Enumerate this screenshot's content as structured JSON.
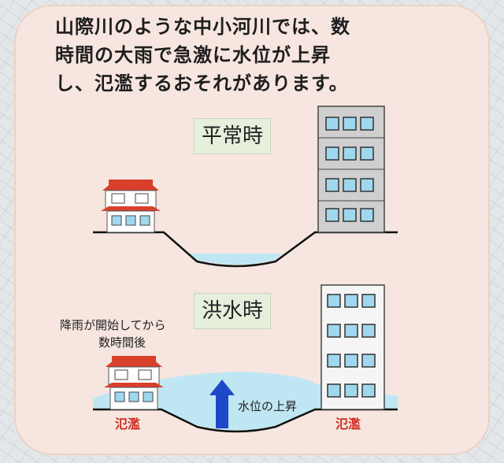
{
  "headline": {
    "line1": "山際川のような中小河川では、数",
    "line2": "時間の大雨で急激に水位が上昇",
    "line3": "し、氾濫するおそれがあります。"
  },
  "normal_label": "平常時",
  "flood_label": "洪水時",
  "note_line1": "降雨が開始してから",
  "note_line2": "数時間後",
  "arrow_label": "水位の上昇",
  "overflow_left": "氾濫",
  "overflow_right": "氾濫",
  "colors": {
    "water": "#bfe6f3",
    "water_dark": "#3aa9d2",
    "roof": "#d8402c",
    "arrow": "#1e48c8",
    "building_window": "#9fd8ee"
  }
}
